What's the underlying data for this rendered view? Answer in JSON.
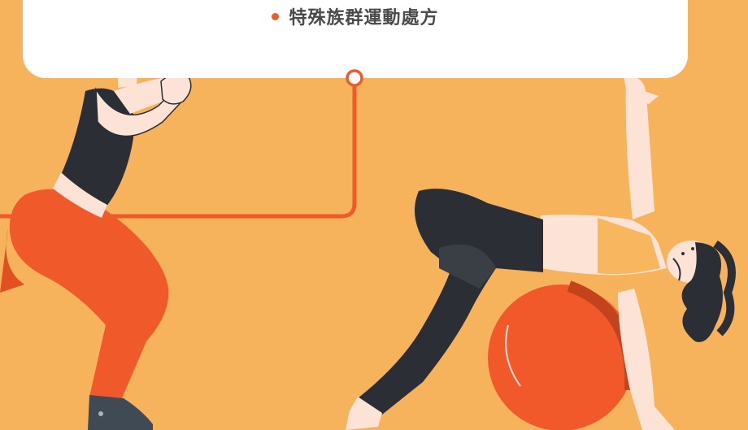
{
  "card": {
    "bullet_text": "特殊族群運動處方"
  },
  "colors": {
    "background": "#f7b35c",
    "card": "#ffffff",
    "accent": "#f0592a",
    "text": "#4a4a4a",
    "dark_clothing": "#2b2f35",
    "skin": "#fde3d6",
    "ball": "#f1592a"
  },
  "illustrations": [
    "woman-squatting",
    "woman-on-exercise-ball"
  ]
}
